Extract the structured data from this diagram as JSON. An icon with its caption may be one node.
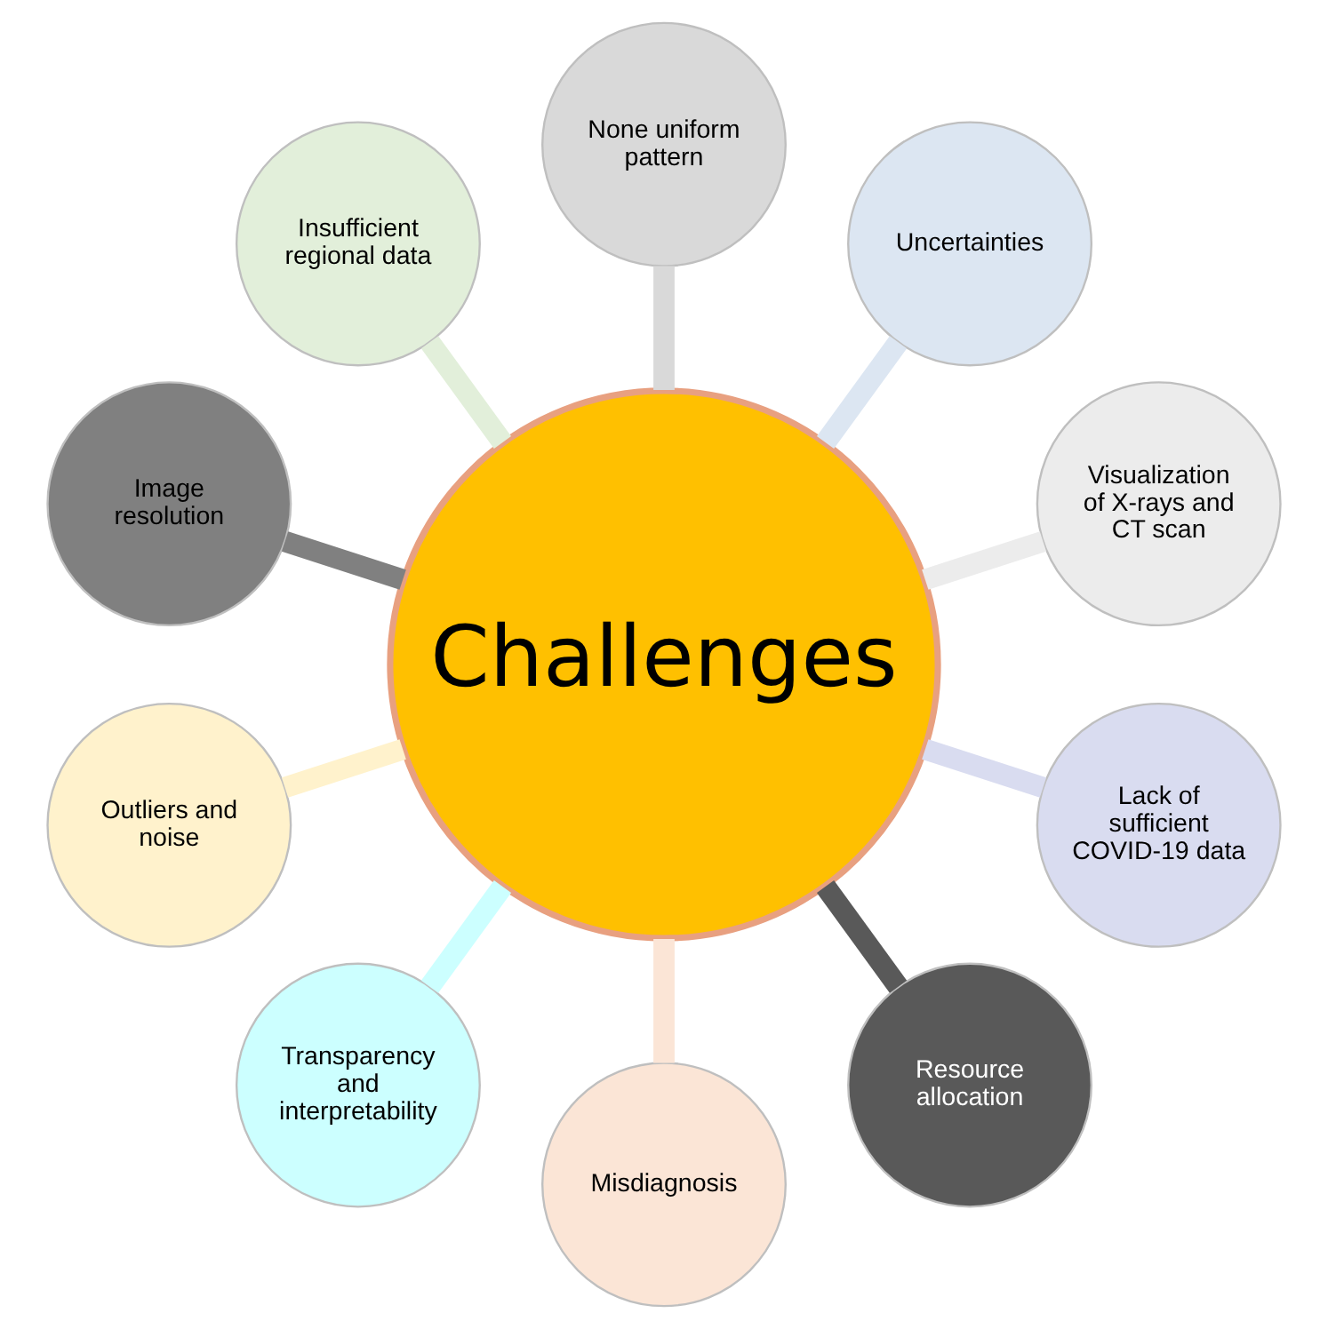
{
  "diagram": {
    "nodes": [
      {
        "text": [
          "Challenges"
        ]
      },
      {
        "text": [
          "Visualization of X-rays and CT scan"
        ]
      },
      {
        "text": [
          "Uncertainties"
        ]
      },
      {
        "text": [
          "None uniform pattern"
        ]
      },
      {
        "text": [
          "Insufficient regional data"
        ]
      },
      {
        "text": [
          "Image resolution"
        ]
      },
      {
        "text": [
          "Outliers and noise"
        ]
      },
      {
        "text": [
          "Transparency and interpretability"
        ]
      },
      {
        "text": [
          "Misdiagnosis"
        ]
      },
      {
        "text": [
          "Resource allocation"
        ]
      },
      {
        "text": [
          "Lack of sufficient COVID-19 data"
        ]
      }
    ],
    "edges": [
      {
        "from": 0,
        "to": 1,
        "arrow": "none",
        "color": "#ececec"
      },
      {
        "from": 0,
        "to": 2,
        "arrow": "none",
        "color": "#dce6f2"
      },
      {
        "from": 0,
        "to": 3,
        "arrow": "none",
        "color": "#d9d9d9"
      },
      {
        "from": 0,
        "to": 4,
        "arrow": "none",
        "color": "#e2efda"
      },
      {
        "from": 0,
        "to": 5,
        "arrow": "none",
        "color": "#808080"
      },
      {
        "from": 0,
        "to": 6,
        "arrow": "none",
        "color": "#fff2cc"
      },
      {
        "from": 0,
        "to": 7,
        "arrow": "none",
        "color": "#ccffff"
      },
      {
        "from": 0,
        "to": 8,
        "arrow": "none",
        "color": "#fbe5d6"
      },
      {
        "from": 0,
        "to": 9,
        "arrow": "none",
        "color": "#595959"
      },
      {
        "from": 0,
        "to": 10,
        "arrow": "none",
        "color": "#d9dcf0"
      }
    ]
  }
}
